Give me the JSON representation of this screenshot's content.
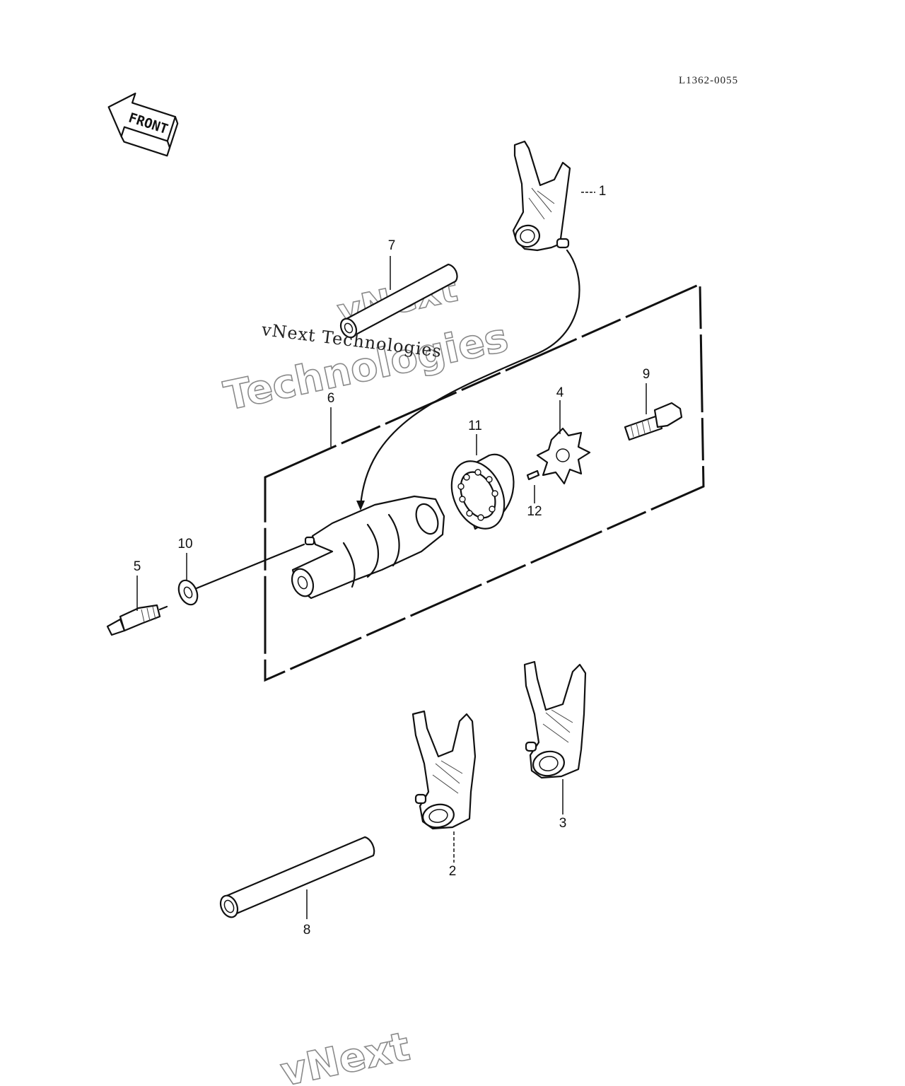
{
  "diagram": {
    "code": "L1362-0055",
    "front_label": "FRONT",
    "watermark_small": "vNext Technologies",
    "watermark_big_1": "vNext",
    "watermark_big_2": "Technologies",
    "watermark_bottom": "vNext",
    "callouts": {
      "c1": "1",
      "c2": "2",
      "c3": "3",
      "c4": "4",
      "c5": "5",
      "c6": "6",
      "c7": "7",
      "c8": "8",
      "c9": "9",
      "c10": "10",
      "c11": "11",
      "c12": "12"
    }
  }
}
